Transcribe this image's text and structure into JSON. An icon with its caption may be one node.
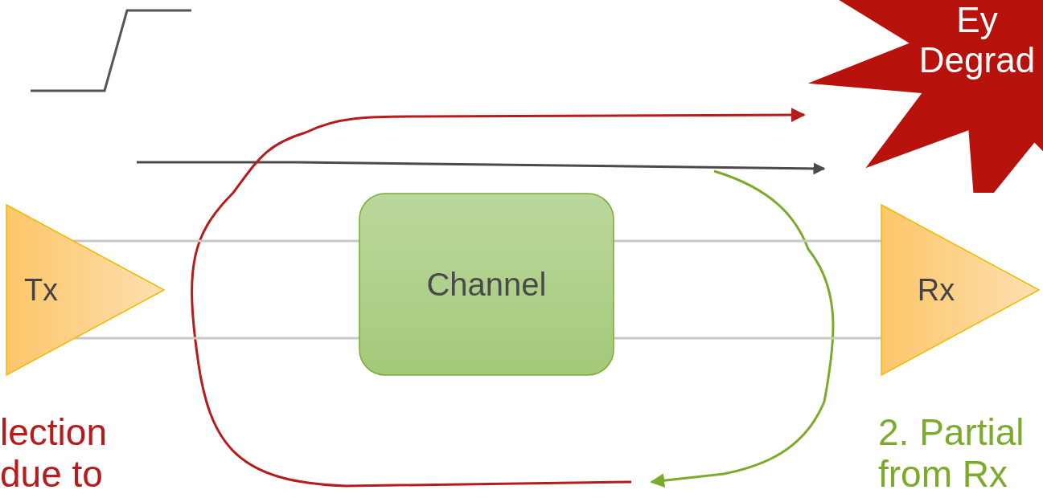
{
  "diagram": {
    "nodes": [
      {
        "text": [
          "Tx"
        ]
      },
      {
        "text": [
          "Channel"
        ]
      },
      {
        "text": [
          "Rx"
        ]
      },
      {
        "text": [
          "Ey Degrad"
        ]
      }
    ],
    "edges": [
      {
        "from": 0,
        "to": 1,
        "arrow": "none"
      },
      {
        "from": 0,
        "to": 1,
        "arrow": "none"
      },
      {
        "from": 1,
        "to": 2,
        "arrow": "none"
      },
      {
        "from": 1,
        "to": 2,
        "arrow": "none"
      }
    ],
    "labels": [
      "lection due to",
      "2. Partial from Rx"
    ]
  }
}
